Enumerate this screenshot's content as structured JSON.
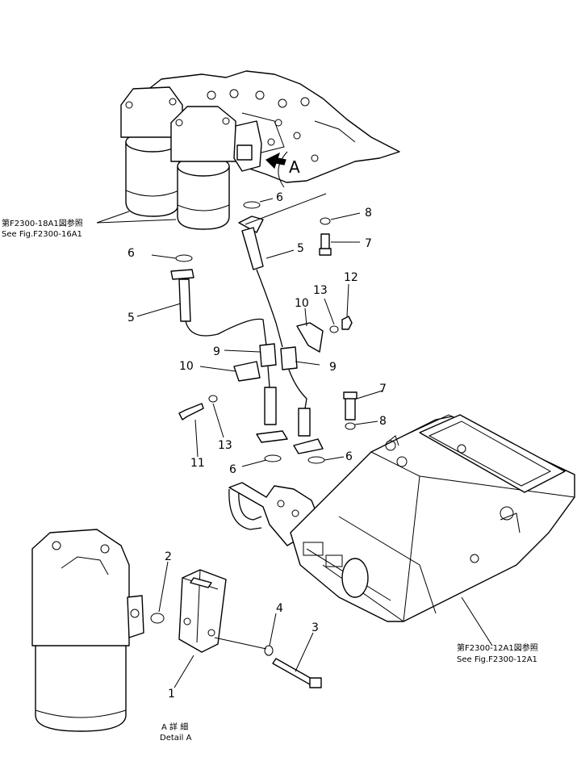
{
  "callouts": {
    "c1": "1",
    "c2": "2",
    "c3": "3",
    "c4": "4",
    "c5a": "5",
    "c5b": "5",
    "c6a": "6",
    "c6b": "6",
    "c6c": "6",
    "c6d": "6",
    "c7a": "7",
    "c7b": "7",
    "c8a": "8",
    "c8b": "8",
    "c9a": "9",
    "c9b": "9",
    "c10a": "10",
    "c10b": "10",
    "c11": "11",
    "c12": "12",
    "c13a": "13",
    "c13b": "13"
  },
  "view_marker": "A",
  "references": {
    "top_jp": "第F2300-18A1図参照",
    "top_en": "See Fig.F2300-16A1",
    "bottom_jp": "第F2300-12A1図参照",
    "bottom_en": "See Fig.F2300-12A1"
  },
  "detail": {
    "jp": "A 詳 細",
    "en": "Detail A"
  },
  "icons": [
    "view-direction-arrow-icon"
  ]
}
